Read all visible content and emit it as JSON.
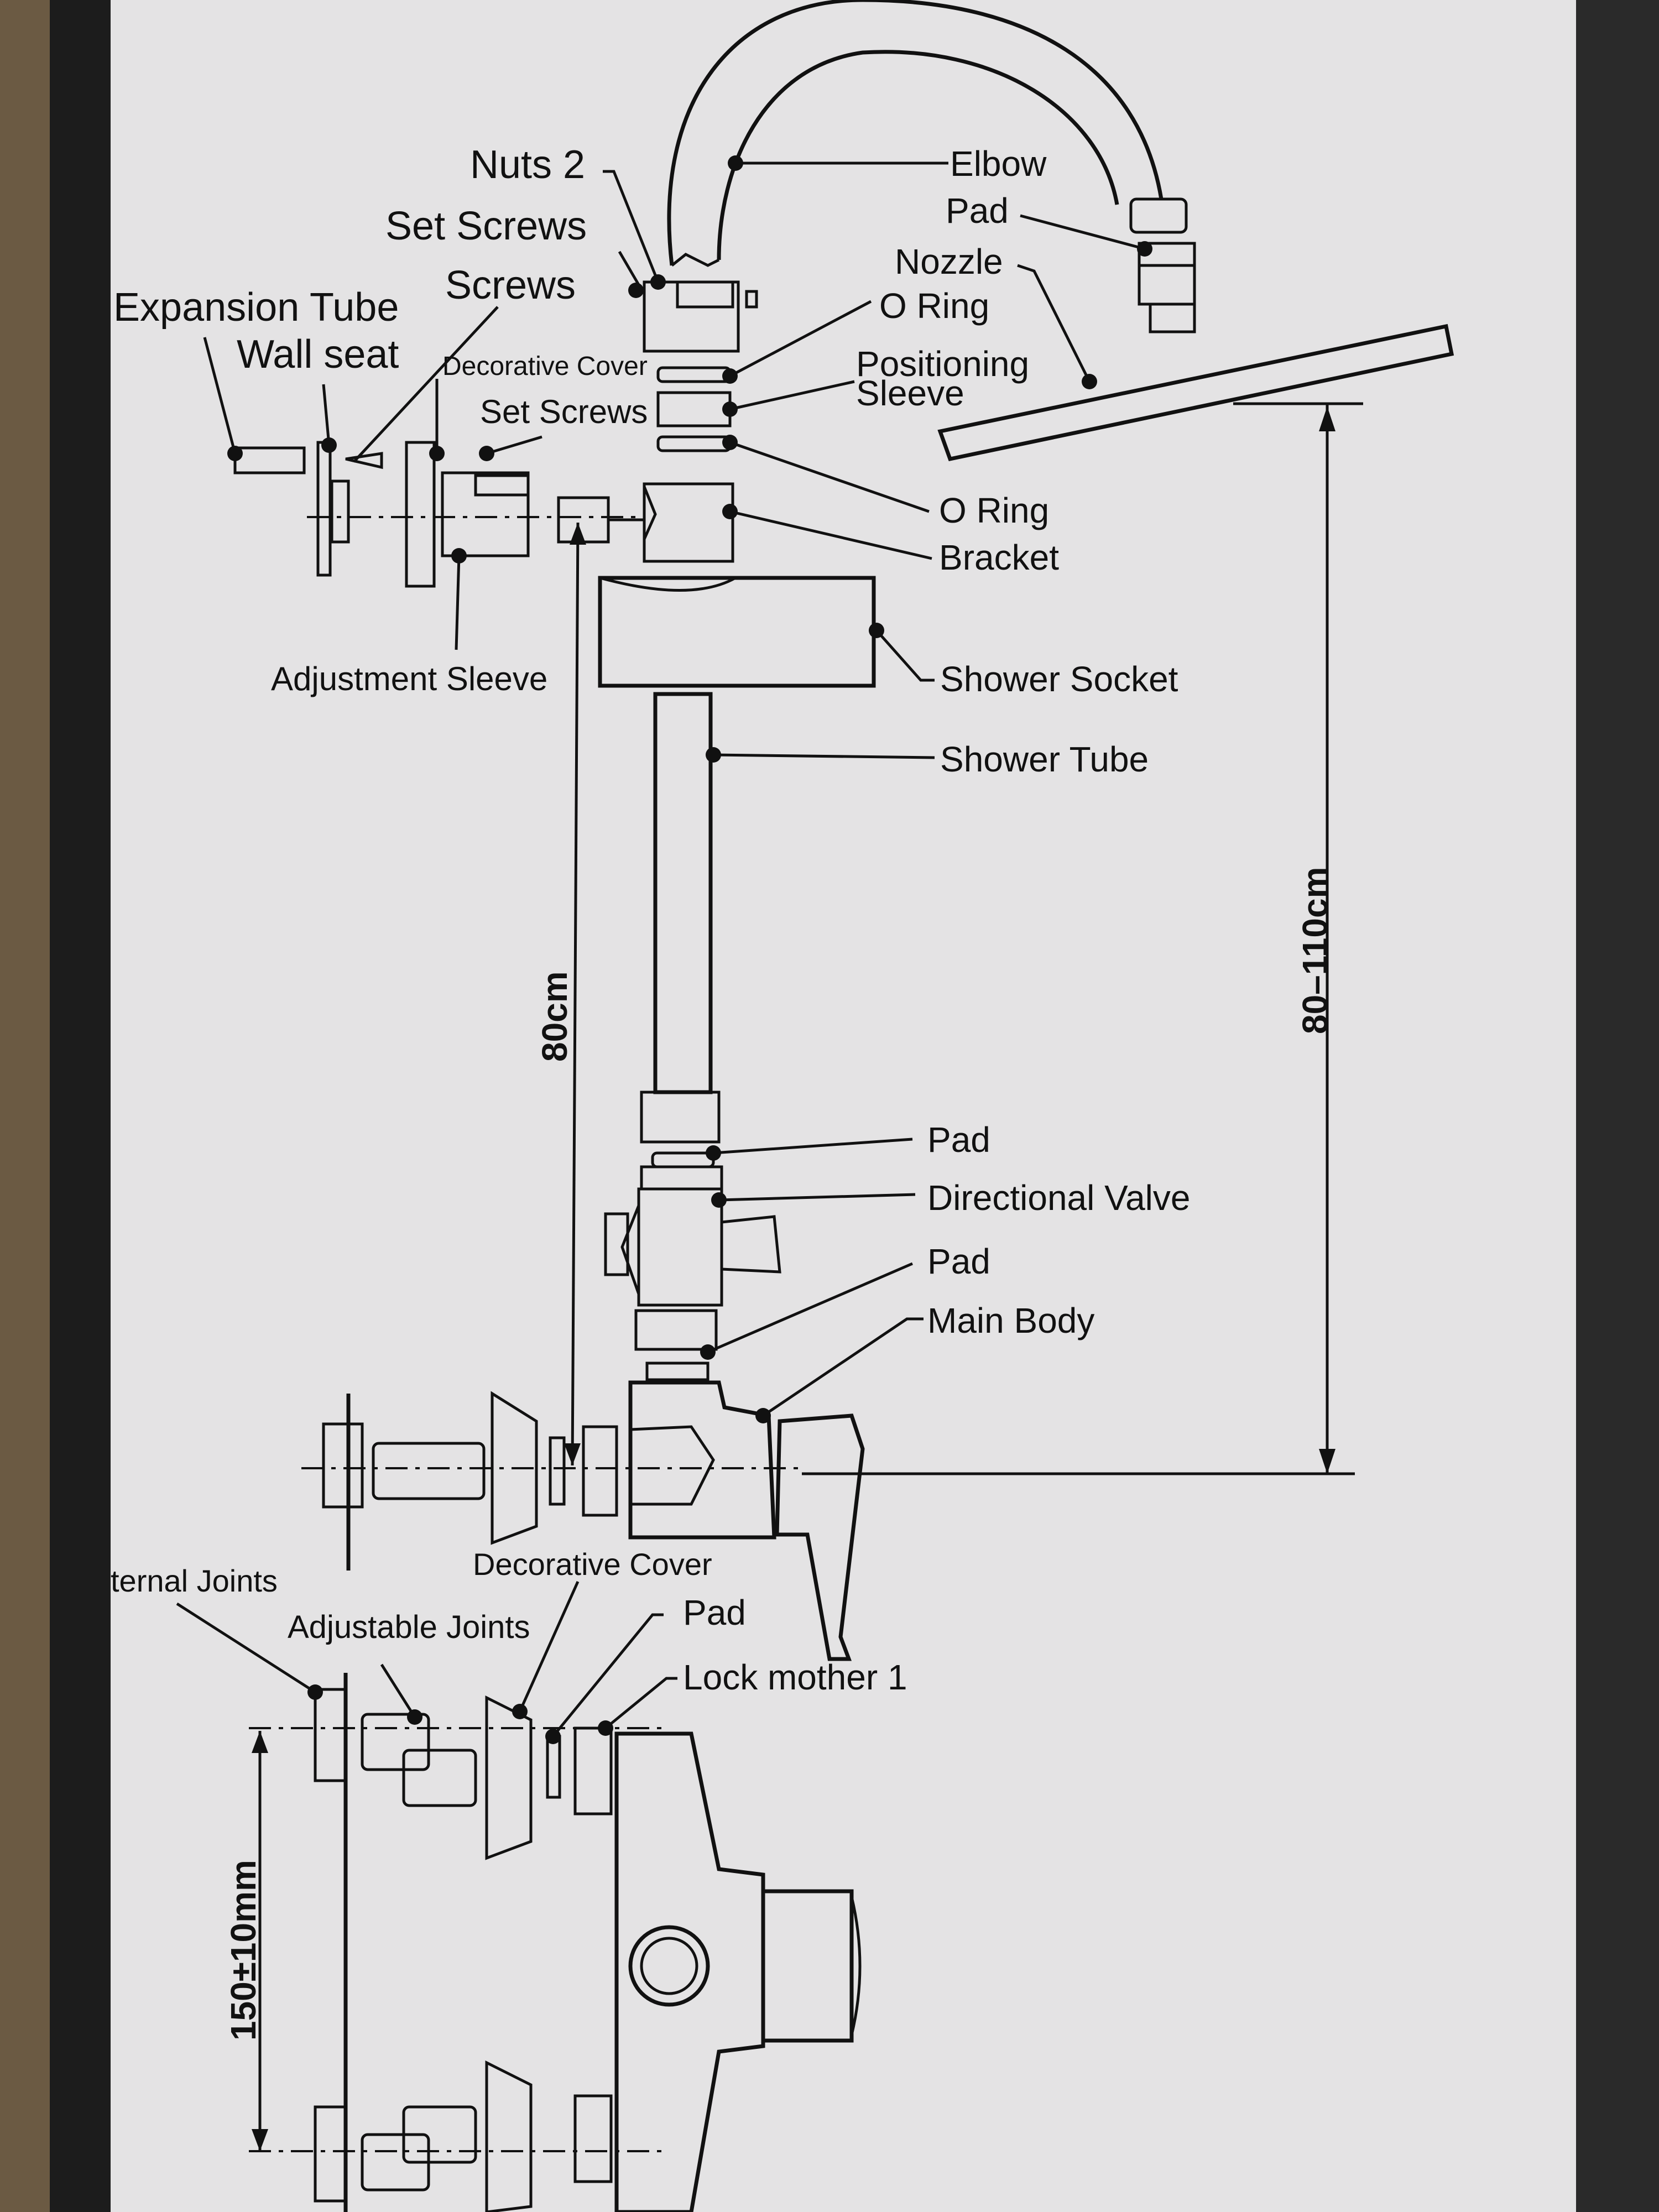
{
  "diagram": {
    "labels": {
      "nuts_2": "Nuts 2",
      "elbow": "Elbow",
      "pad_top": "Pad",
      "set_screws_top": "Set Screws",
      "nozzle": "Nozzle",
      "screws": "Screws",
      "o_ring_top": "O Ring",
      "expansion_tube": "Expansion Tube",
      "wall_seat": "Wall seat",
      "decorative_cover_top": "Decorative Cover",
      "positioning_sleeve_1": "Positioning",
      "positioning_sleeve_2": "Sleeve",
      "set_screws_mid": "Set Screws",
      "o_ring_bottom": "O Ring",
      "bracket": "Bracket",
      "adjustment_sleeve": "Adjustment Sleeve",
      "shower_socket": "Shower Socket",
      "shower_tube": "Shower Tube",
      "pad_valve_top": "Pad",
      "directional_valve": "Directional Valve",
      "pad_valve_bottom": "Pad",
      "main_body": "Main Body",
      "decorative_cover_bottom": "Decorative Cover",
      "external_joints": "ternal  Joints",
      "adjustable_joints": "Adjustable Joints",
      "pad_bottom": "Pad",
      "lock_mother": "Lock mother 1"
    },
    "dimensions": {
      "vertical_80": "80cm",
      "vertical_80_110": "80–110cm",
      "spacing_150": "150±10mm"
    },
    "colors": {
      "paper": "#e4e3e4",
      "ink": "#111111",
      "border": "#1c1c1c",
      "cardboard": "#6b5a43"
    }
  }
}
